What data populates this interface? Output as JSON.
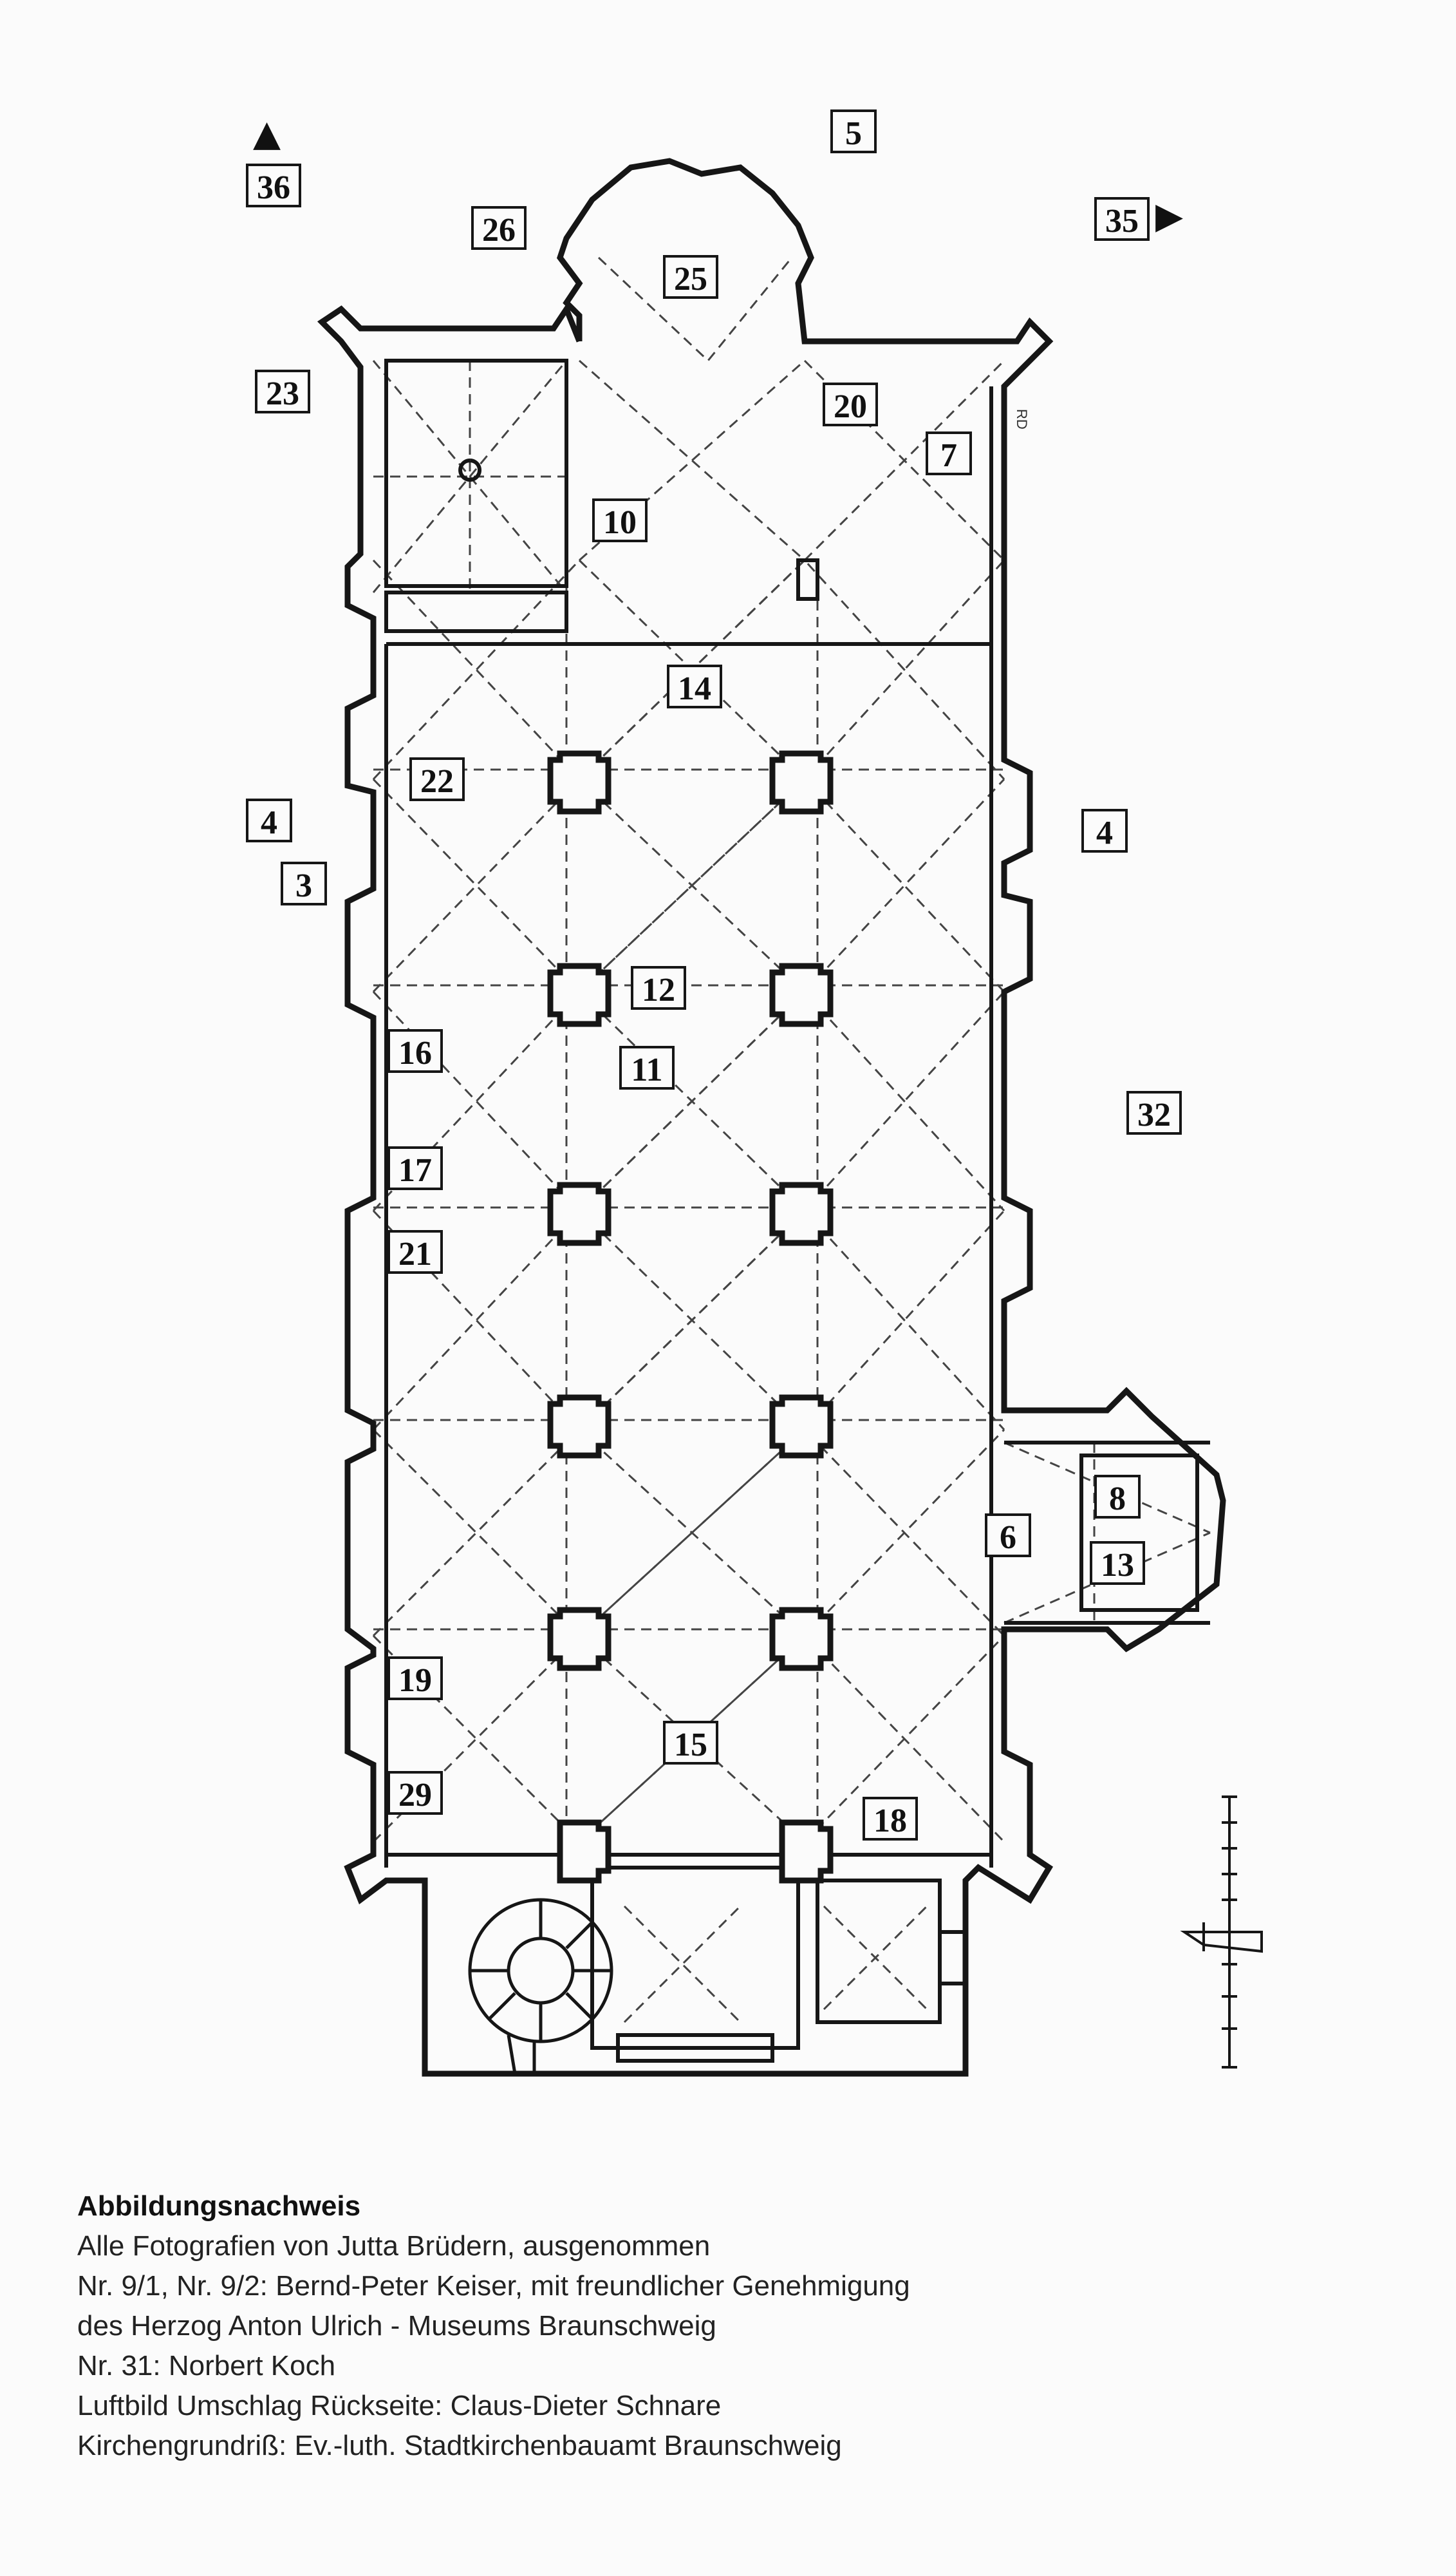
{
  "floor_plan": {
    "room_labels": [
      "36",
      "26",
      "5",
      "35",
      "25",
      "23",
      "20",
      "7",
      "10",
      "14",
      "22",
      "4",
      "3",
      "4",
      "12",
      "11",
      "16",
      "32",
      "17",
      "21",
      "8",
      "6",
      "13",
      "19",
      "15",
      "29",
      "18"
    ],
    "colors": {
      "wall": "#161616",
      "vault_line": "#444444",
      "background": "#fbfbfb"
    },
    "icons": [
      "north-arrow-up-icon",
      "north-arrow-right-icon",
      "scale-bar-icon",
      "north-arrow-icon",
      "spiral-staircase-icon"
    ],
    "arrow_up_glyph": "▲",
    "arrow_right_glyph": "▶"
  },
  "credits": {
    "heading": "Abbildungsnachweis",
    "lines": [
      "Alle Fotografien von Jutta Brüdern, ausgenommen",
      "Nr. 9/1, Nr. 9/2: Bernd-Peter Keiser, mit freundlicher Genehmigung",
      "des Herzog Anton Ulrich - Museums Braunschweig",
      "Nr. 31: Norbert Koch",
      "Luftbild Umschlag Rückseite: Claus-Dieter Schnare",
      "Kirchengrundriß: Ev.-luth. Stadtkirchenbauamt Braunschweig"
    ]
  }
}
